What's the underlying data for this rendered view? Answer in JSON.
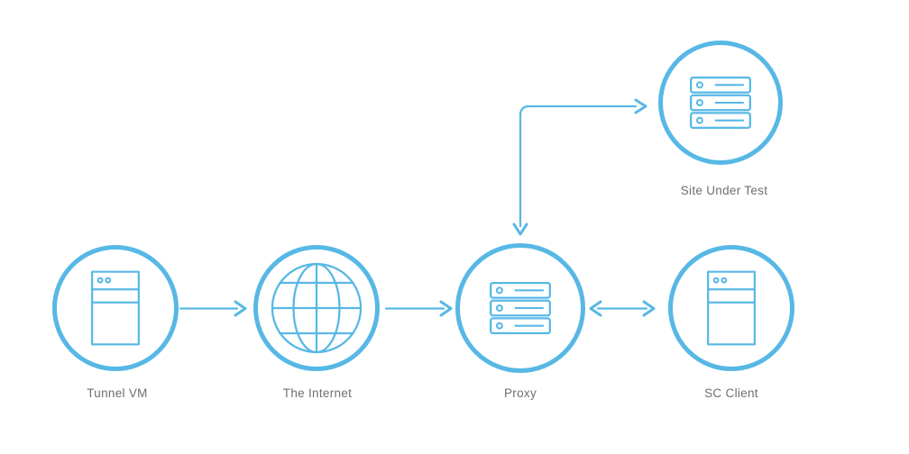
{
  "diagram": {
    "colors": {
      "accent": "#57b8e5",
      "label": "#6e6f72",
      "background": "#ffffff"
    },
    "nodes": [
      {
        "id": "tunnel-vm",
        "label": "Tunnel VM",
        "icon": "server-tower-icon"
      },
      {
        "id": "the-internet",
        "label": "The Internet",
        "icon": "globe-icon"
      },
      {
        "id": "proxy",
        "label": "Proxy",
        "icon": "server-stack-icon"
      },
      {
        "id": "sc-client",
        "label": "SC Client",
        "icon": "server-tower-icon"
      },
      {
        "id": "site-under-test",
        "label": "Site Under Test",
        "icon": "server-stack-icon"
      }
    ],
    "edges": [
      {
        "from": "tunnel-vm",
        "to": "the-internet",
        "arrows": "forward"
      },
      {
        "from": "the-internet",
        "to": "proxy",
        "arrows": "forward"
      },
      {
        "from": "proxy",
        "to": "sc-client",
        "arrows": "both"
      },
      {
        "from": "proxy",
        "to": "site-under-test",
        "arrows": "both",
        "route": "elbow"
      }
    ]
  }
}
